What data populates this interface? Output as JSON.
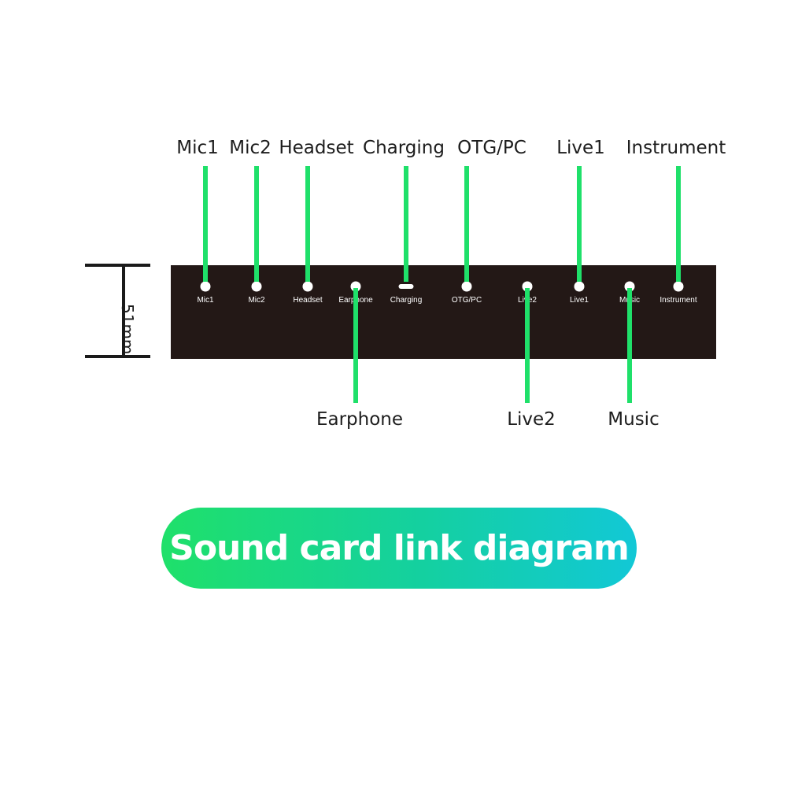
{
  "ports": [
    {
      "id": "mic1",
      "label": "Mic1",
      "callout": "Mic1",
      "side": "top"
    },
    {
      "id": "mic2",
      "label": "Mic2",
      "callout": "Mic2",
      "side": "top"
    },
    {
      "id": "headset",
      "label": "Headset",
      "callout": "Headset",
      "side": "top"
    },
    {
      "id": "earphone",
      "label": "Earphone",
      "callout": "Earphone",
      "side": "bottom"
    },
    {
      "id": "charging",
      "label": "Charging",
      "callout": "Charging",
      "side": "top"
    },
    {
      "id": "otg-pc",
      "label": "OTG/PC",
      "callout": "OTG/PC",
      "side": "top"
    },
    {
      "id": "live2",
      "label": "Live2",
      "callout": "Live2",
      "side": "bottom"
    },
    {
      "id": "live1",
      "label": "Live1",
      "callout": "Live1",
      "side": "top"
    },
    {
      "id": "music",
      "label": "Music",
      "callout": "Music",
      "side": "bottom"
    },
    {
      "id": "instrument",
      "label": "Instrument",
      "callout": "Instrument",
      "side": "top"
    }
  ],
  "dimension": "51mm",
  "banner": "Sound card link diagram",
  "colors": {
    "leader": "#1fe06a",
    "panel": "#231816",
    "banner_start": "#1fe06a",
    "banner_end": "#12c8d6"
  }
}
